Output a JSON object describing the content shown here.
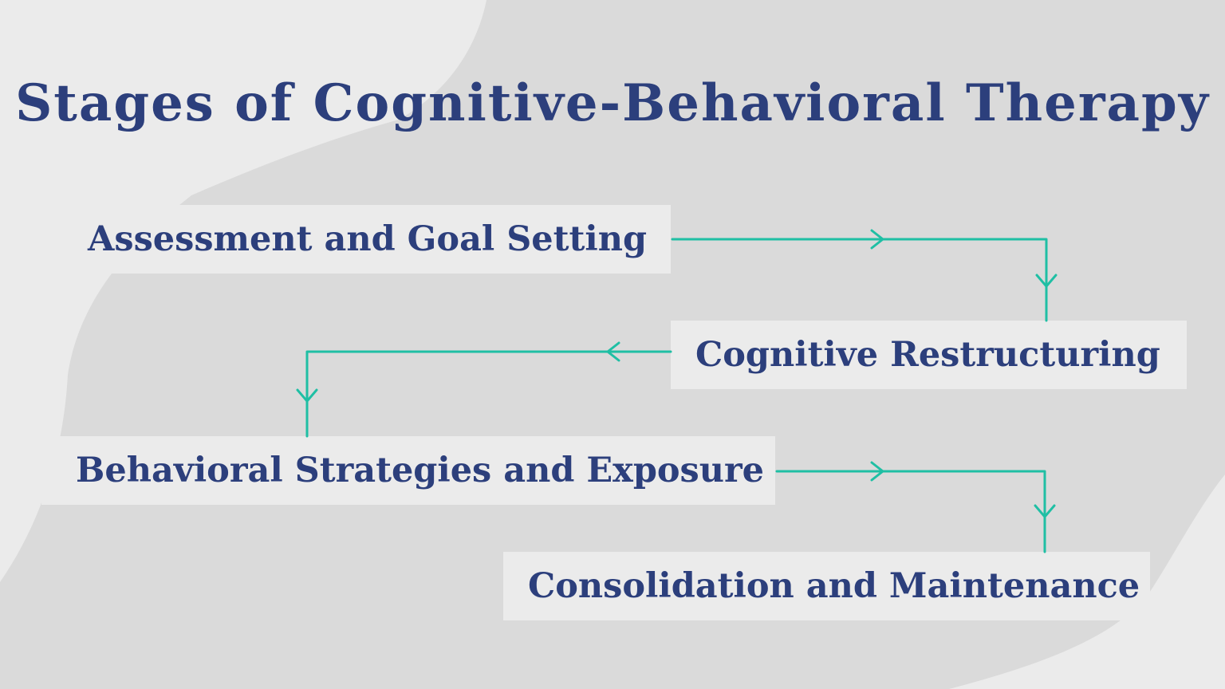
{
  "title": "Stages of Cognitive-Behavioral Therapy",
  "stages": [
    {
      "label": "Assessment and Goal Setting"
    },
    {
      "label": "Cognitive Restructuring"
    },
    {
      "label": "Behavioral Strategies and Exposure"
    },
    {
      "label": "Consolidation and Maintenance"
    }
  ],
  "colors": {
    "title_text": "#2c3f7c",
    "stage_text": "#2c3f7c",
    "stage_background": "#ebebeb",
    "connector": "#1fbfa4",
    "background_light": "#ebebeb",
    "background_shape": "#dadada"
  }
}
